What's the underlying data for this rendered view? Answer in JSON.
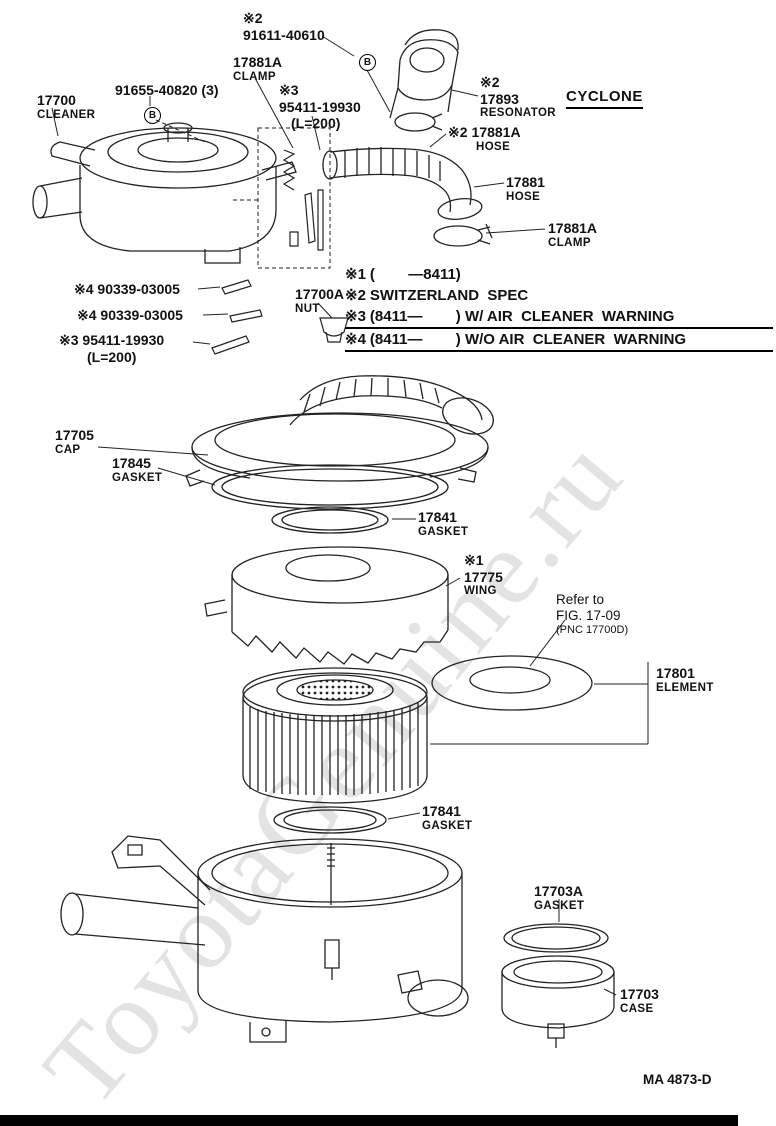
{
  "watermark": "ToyotaGenuine.ru",
  "symbols": {
    "circled_b": "B"
  },
  "title": {
    "cyclone": "CYCLONE"
  },
  "footer": {
    "doc_code": "MA 4873-D"
  },
  "parts": {
    "clip_top": {
      "star": "※2",
      "num": "91611-40610"
    },
    "clamp_top": {
      "num": "17881A",
      "name": "CLAMP"
    },
    "hose_kit_top": {
      "star": "※3",
      "num": "95411-19930",
      "length": "(L=200)"
    },
    "bolt": {
      "num": "91655-40820 (3)"
    },
    "cleaner": {
      "num": "17700",
      "name": "CLEANER"
    },
    "resonator": {
      "star": "※2",
      "num": "17893",
      "name": "RESONATOR"
    },
    "hose_upper": {
      "star": "※2",
      "num": "17881A",
      "name": "HOSE"
    },
    "hose": {
      "num": "17881",
      "name": "HOSE"
    },
    "clamp_right": {
      "num": "17881A",
      "name": "CLAMP"
    },
    "screw_a": {
      "num": "※4 90339-03005"
    },
    "screw_b": {
      "num": "※4 90339-03005"
    },
    "hose_kit_left": {
      "num": "※3 95411-19930",
      "length": "(L=200)"
    },
    "nut": {
      "num": "17700A",
      "name": "NUT"
    },
    "cap": {
      "num": "17705",
      "name": "CAP"
    },
    "gasket_cap": {
      "num": "17845",
      "name": "GASKET"
    },
    "gasket_upper": {
      "num": "17841",
      "name": "GASKET"
    },
    "wing": {
      "star": "※1",
      "num": "17775",
      "name": "WING"
    },
    "refer": {
      "line1": "Refer to",
      "line2": "FIG. 17-09",
      "line3": "(PNC 17700D)"
    },
    "element": {
      "num": "17801",
      "name": "ELEMENT"
    },
    "gasket_lower": {
      "num": "17841",
      "name": "GASKET"
    },
    "gasket_case": {
      "num": "17703A",
      "name": "GASKET"
    },
    "case": {
      "num": "17703",
      "name": "CASE"
    }
  },
  "notes": [
    {
      "star": "※1",
      "text": "(        —8411)"
    },
    {
      "star": "※2",
      "text": "SWITZERLAND  SPEC"
    },
    {
      "star": "※3",
      "text": "(8411—        ) W/ AIR  CLEANER  WARNING"
    },
    {
      "star": "※4",
      "text": "(8411—        ) W/O AIR  CLEANER  WARNING"
    }
  ]
}
